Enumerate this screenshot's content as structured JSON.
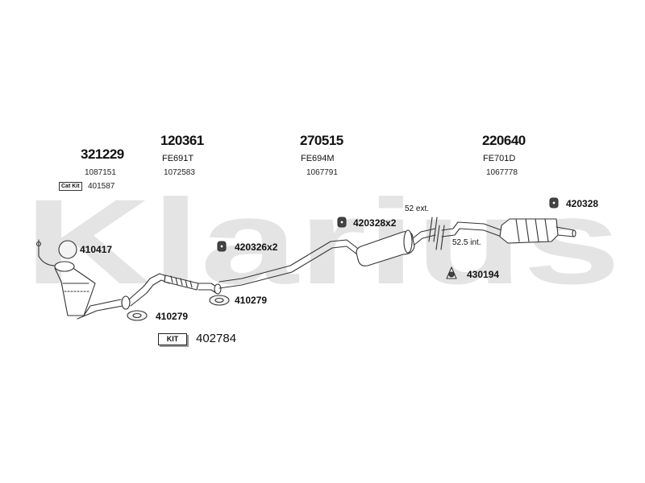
{
  "watermark": "Klarius",
  "groups": [
    {
      "main": "321229",
      "sub": "",
      "ref": "1087151"
    },
    {
      "main": "120361",
      "sub": "FE691T",
      "ref": "1072583"
    },
    {
      "main": "270515",
      "sub": "FE694M",
      "ref": "1067791"
    },
    {
      "main": "220640",
      "sub": "FE701D",
      "ref": "1067778"
    }
  ],
  "cat_kit": {
    "badge": "Cat Kit",
    "number": "401587"
  },
  "kit": {
    "badge": "KIT",
    "number": "402784"
  },
  "parts": {
    "p410417": "410417",
    "p410279a": "410279",
    "p410279b": "410279",
    "p420326": "420326x2",
    "p420328x2": "420328x2",
    "p420328": "420328",
    "p430194": "430194"
  },
  "notes": {
    "ext": "52 ext.",
    "int": "52.5 int."
  },
  "colors": {
    "watermark": "#e4e4e4",
    "line": "#333333",
    "part_fill": "#f4f4f4"
  }
}
